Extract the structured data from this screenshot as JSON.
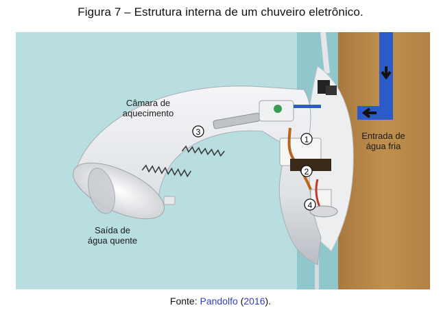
{
  "caption": "Figura 7 – Estrutura interna de um chuveiro eletrônico.",
  "labels": {
    "chamber_line1": "Câmara de",
    "chamber_line2": "aquecimento",
    "inlet_line1": "Entrada de",
    "inlet_line2": "água fria",
    "outlet_line1": "Saída de",
    "outlet_line2": "água quente"
  },
  "markers": [
    "1",
    "2",
    "3",
    "4"
  ],
  "source": {
    "prefix": "Fonte: ",
    "author": "Pandolfo",
    "open": " (",
    "year": "2016",
    "close": ")."
  },
  "colors": {
    "wall": "#b9dee0",
    "wood": "#b98a4e",
    "pipe": "#2a5bc8",
    "plastic": "#e8eaed"
  }
}
